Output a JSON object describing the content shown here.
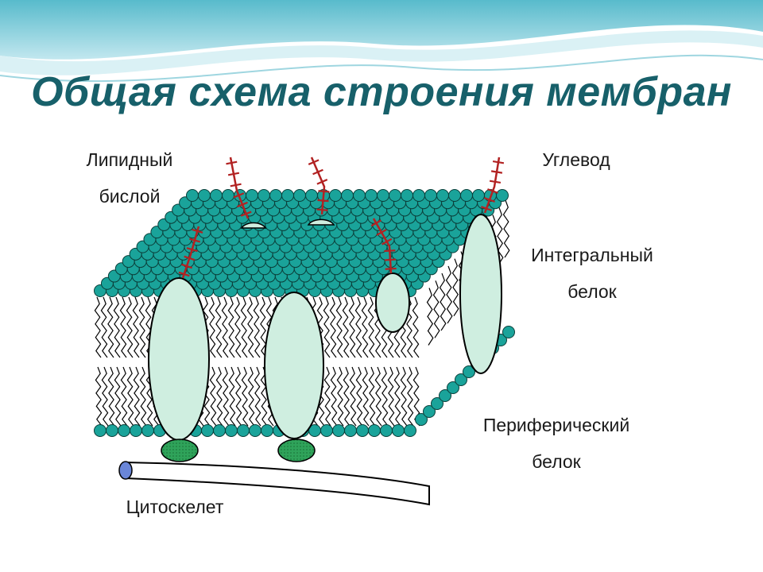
{
  "title": "Общая схема строения мембран",
  "labels": {
    "lipid_bilayer": [
      "Липидный",
      "бислой"
    ],
    "carbohydrate": "Углевод",
    "integral_protein": [
      "Интегральный",
      "белок"
    ],
    "peripheral_protein": [
      "Периферический",
      "белок"
    ],
    "cytoskeleton": "Цитоскелет"
  },
  "colors": {
    "title": "#17606a",
    "lipid_head": "#1aa39a",
    "protein_fill": "#cfeee0",
    "peripheral_fill": "#2fa35a",
    "carbohydrate": "#b22222",
    "cytoskeleton_end": "#6a86d8"
  }
}
